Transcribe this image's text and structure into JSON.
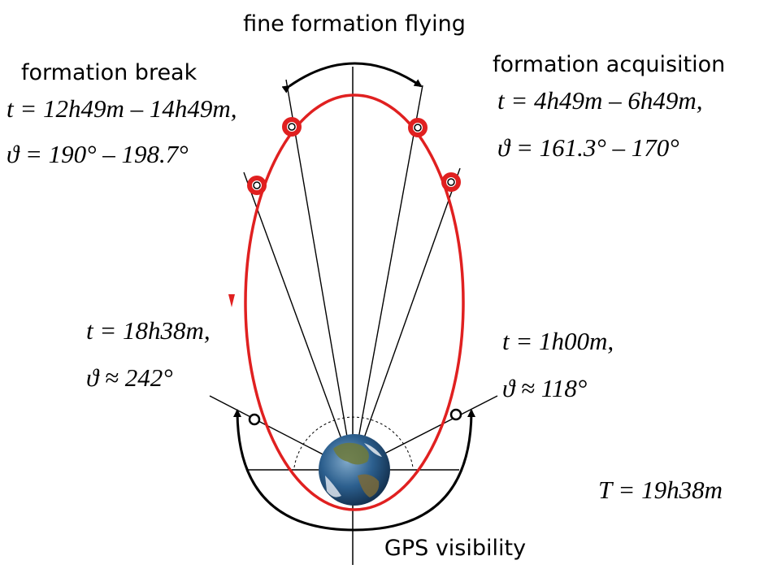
{
  "labels": {
    "fine_formation_flying": "fine formation flying",
    "formation_break": "formation break",
    "formation_acquisition": "formation acquisition",
    "gps_visibility": "GPS visibility"
  },
  "formation_break": {
    "time": "t = 12h49m – 14h49m,",
    "anomaly": "ϑ = 190° – 198.7°"
  },
  "formation_acquisition": {
    "time": "t = 4h49m – 6h49m,",
    "anomaly": "ϑ = 161.3° – 170°"
  },
  "gps_exit": {
    "time": "t = 18h38m,",
    "anomaly": "ϑ ≈ 242°"
  },
  "gps_entry": {
    "time": "t = 1h00m,",
    "anomaly": "ϑ ≈ 118°"
  },
  "period": "T = 19h38m",
  "colors": {
    "orbit": "#e02020",
    "lines": "#000000",
    "earth_ocean": "#2c5f8e",
    "earth_land": "#6f7a3a"
  }
}
